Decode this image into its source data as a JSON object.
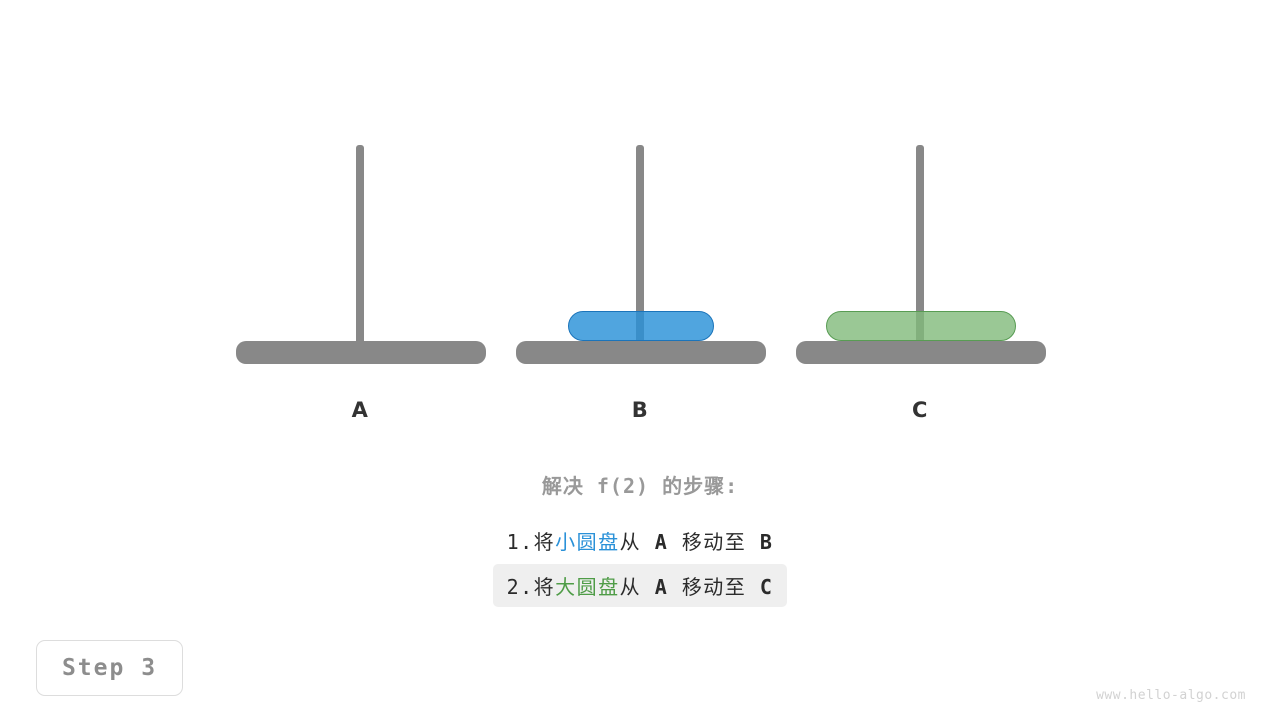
{
  "figure": {
    "title_caption": "解决 f(2) 的步骤:",
    "watermark": "www.hello-algo.com",
    "step_badge": "Step 3",
    "colors": {
      "peg": "#888888",
      "small_disc": "#2a91d8",
      "small_disc_border": "#1b74ba",
      "large_disc": "#81ba7a",
      "large_disc_border": "#589c53",
      "label": "#333333",
      "caption_title": "#999999",
      "step_text": "#2b2b2b",
      "highlight_bg": "#efefef",
      "badge_text": "#8d8d8d",
      "watermark": "#d2d2d2"
    }
  },
  "pegs": [
    {
      "label": "A",
      "discs": []
    },
    {
      "label": "B",
      "discs": [
        {
          "size": "small",
          "name": "小圆盘"
        }
      ]
    },
    {
      "label": "C",
      "discs": [
        {
          "size": "large",
          "name": "大圆盘"
        }
      ]
    }
  ],
  "steps": [
    {
      "index": "1.",
      "verb": "将",
      "disc": "小圆盘",
      "disc_color": "blue",
      "from_word": "从",
      "from": "A",
      "move_word": "移动至",
      "to": "B",
      "highlighted": false
    },
    {
      "index": "2.",
      "verb": "将",
      "disc": "大圆盘",
      "disc_color": "green",
      "from_word": "从",
      "from": "A",
      "move_word": "移动至",
      "to": "C",
      "highlighted": true
    }
  ]
}
